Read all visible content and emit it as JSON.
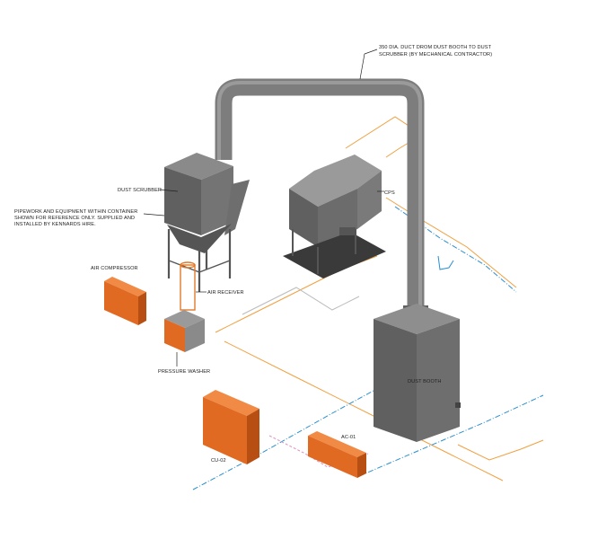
{
  "colors": {
    "duct": "#7d7d7d",
    "equipment": "#606060",
    "orange_unit": "#e06a22",
    "pipe_orange": "#f0a040",
    "pipe_blue": "#2a8fd0",
    "pipe_pink": "#e090c0"
  },
  "labels": {
    "duct_note_line1": "350 DIA. DUCT DROM DUST BOOTH TO DUST",
    "duct_note_line2": "SCRUBBER (BY MECHANICAL CONTRACTOR)",
    "dust_scrubber": "DUST SCRUBBER",
    "pipework_note_line1": "PIPEWORK AND EQUIPMENT WITHIN CONTAINER",
    "pipework_note_line2": "SHOWN FOR REFERENCE ONLY. SUPPLIED AND",
    "pipework_note_line3": "INSTALLED BY KENNARDS HIRE.",
    "cps": "CPS",
    "air_compressor": "AIR COMPRESSOR",
    "air_receiver": "AIR RECEIVER",
    "pressure_washer": "PRESSURE WASHER",
    "dust_booth": "DUST BOOTH",
    "cu_02": "CU-02",
    "ac_01": "AC-01"
  }
}
